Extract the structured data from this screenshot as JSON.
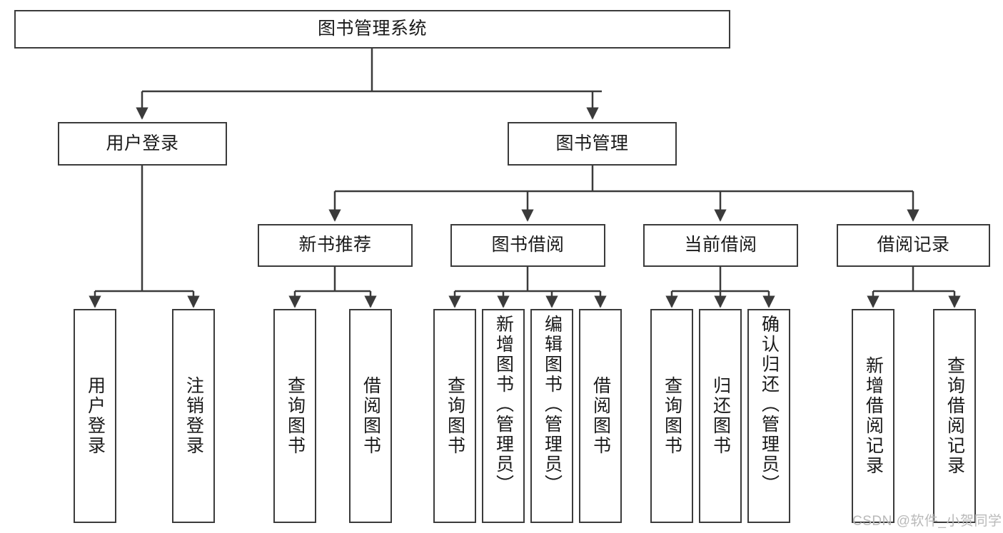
{
  "diagram": {
    "title": "图书管理系统",
    "type": "tree-hierarchy-chart",
    "levels": {
      "root": {
        "label": "图书管理系统"
      },
      "level2": [
        {
          "label": "用户登录"
        },
        {
          "label": "图书管理"
        }
      ],
      "level3": [
        {
          "label": "新书推荐"
        },
        {
          "label": "图书借阅"
        },
        {
          "label": "当前借阅"
        },
        {
          "label": "借阅记录"
        }
      ],
      "level4": [
        {
          "label": "用户登录"
        },
        {
          "label": "注销登录"
        },
        {
          "label": "查询图书"
        },
        {
          "label": "借阅图书"
        },
        {
          "label": "查询图书"
        },
        {
          "label": "新增图书（管理员）"
        },
        {
          "label": "编辑图书（管理员）"
        },
        {
          "label": "借阅图书"
        },
        {
          "label": "查询图书"
        },
        {
          "label": "归还图书"
        },
        {
          "label": "确认归还（管理员）"
        },
        {
          "label": "新增借阅记录"
        },
        {
          "label": "查询借阅记录"
        }
      ]
    }
  },
  "watermark": {
    "text": "CSDN @软件_小贺同学"
  },
  "colors": {
    "border": "#3b3b3b",
    "background": "#ffffff",
    "text": "#1a1a1a",
    "watermark": "#b9b9b9"
  }
}
